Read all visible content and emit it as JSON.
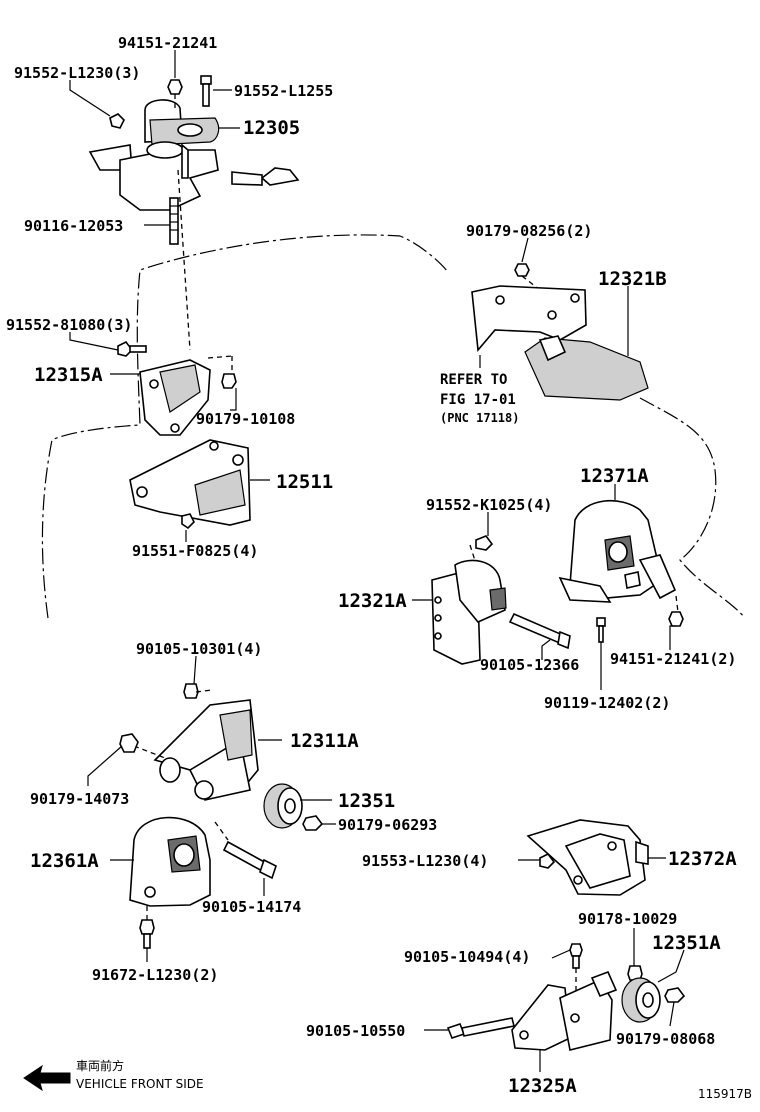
{
  "labels": {
    "p94151_21241": "94151-21241",
    "p91552_L1230_3": "91552-L1230(3)",
    "p91552_L1255": "91552-L1255",
    "p12305": "12305",
    "p90116_12053": "90116-12053",
    "p90179_08256_2": "90179-08256(2)",
    "p12321B": "12321B",
    "p91552_81080_3": "91552-81080(3)",
    "p12315A": "12315A",
    "p90179_10108": "90179-10108",
    "refer1": "REFER TO",
    "refer2": "FIG 17-01",
    "refer3": "(PNC 17118)",
    "p12511": "12511",
    "p12371A": "12371A",
    "p91551_F0825_4": "91551-F0825(4)",
    "p91552_K1025_4": "91552-K1025(4)",
    "p12321A": "12321A",
    "p90105_12366": "90105-12366",
    "p94151_21241_2": "94151-21241(2)",
    "p90119_12402_2": "90119-12402(2)",
    "p90105_10301_4": "90105-10301(4)",
    "p12311A": "12311A",
    "p90179_14073": "90179-14073",
    "p12351": "12351",
    "p90179_06293": "90179-06293",
    "p12361A": "12361A",
    "p91553_L1230_4": "91553-L1230(4)",
    "p12372A": "12372A",
    "p90105_14174": "90105-14174",
    "p90178_10029": "90178-10029",
    "p91672_L1230_2": "91672-L1230(2)",
    "p12351A": "12351A",
    "p90105_10494_4": "90105-10494(4)",
    "p90105_10550": "90105-10550",
    "p90179_08068": "90179-08068",
    "p12325A": "12325A",
    "front_jp": "車両前方",
    "front_en": "VEHICLE FRONT SIDE",
    "illustration_id": "115917B"
  }
}
